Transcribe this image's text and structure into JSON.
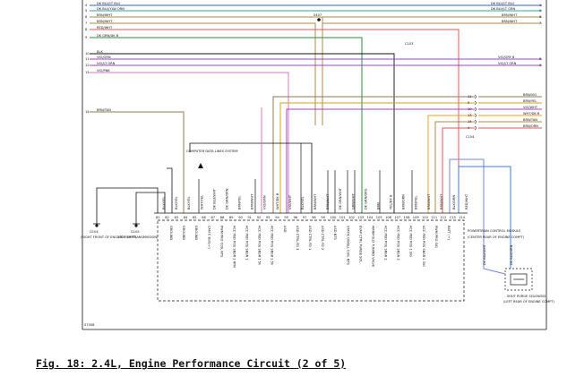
{
  "figure": {
    "caption": "Fig. 18: 2.4L, Engine Performance Circuit (2 of 5)",
    "doc_id": "S7008"
  },
  "colors": {
    "line": "#111111",
    "dk_blu_ylw": "#3858d8",
    "dk_blu_grn": "#2aa8a0",
    "brn_wht": "#b08848",
    "red_wht": "#e05858",
    "dk_grn_red": "#2e8a3a",
    "blk": "#111111",
    "vio_grn": "#a040c8",
    "gry_pnk": "#d878c0",
    "brn_tan": "#907850",
    "brn_ylw": "#d0a020",
    "ylw_org": "#e8a020",
    "wht_dk_blu": "#7088d8",
    "blu_wht": "#4078e0"
  },
  "left_wires": [
    {
      "num": "4",
      "label": "DK BLU/LT BLU"
    },
    {
      "num": "5",
      "label": "DK BLU/YLW ORN"
    },
    {
      "num": "6",
      "label": "BRN/WHT"
    },
    {
      "num": "7",
      "label": "BRN/WHT"
    },
    {
      "num": "8",
      "label": "RED/WHT"
    },
    {
      "num": "9",
      "label": "DK GRN/DK B"
    },
    {
      "num": "10",
      "label": "BLK"
    },
    {
      "num": "11",
      "label": "VIO/GRN"
    },
    {
      "num": "12",
      "label": "VIO/LT GRN"
    },
    {
      "num": "13",
      "label": "VIO/PNK"
    },
    {
      "num": "14",
      "label": "BRN/TAN"
    }
  ],
  "right_wires_top": [
    {
      "num": "4",
      "label": "DK BLU/LT BLU"
    },
    {
      "num": "5",
      "label": "DK BLU/LT GRN"
    },
    {
      "num": "6",
      "label": "BRN/WHT"
    },
    {
      "num": "7",
      "label": "BRN/WHT"
    },
    {
      "num": "8",
      "label": "VIO/GRY 6"
    },
    {
      "num": "9",
      "label": "VIO/LT GRN"
    }
  ],
  "connector_c104": {
    "name": "C104",
    "pins": [
      {
        "num": "11",
        "label": "BRN/VIO"
      },
      {
        "num": "5",
        "label": "BRN/YEL"
      },
      {
        "num": "10",
        "label": "VIO/WHT"
      },
      {
        "num": "13",
        "label": "WHT/DK B"
      },
      {
        "num": "14",
        "label": "BRN/TAN"
      },
      {
        "num": "4",
        "label": "BRN/ORN"
      }
    ]
  },
  "splices": [
    "S407",
    "C103"
  ],
  "data_bus": "COMPUTER DATA LINES SYSTEM",
  "grounds": [
    {
      "name": "G104",
      "location": "(RIGHT FRONT OF ENGINE COMPT)"
    },
    {
      "name": "G105",
      "location": "(TOP OF TRANSMISSION)"
    }
  ],
  "pcm": {
    "title": "POWERTRAIN CONTROL MODULE",
    "location": "(CENTER REAR OF ENGINE COMPT)",
    "functions": [
      "GROUND",
      "GROUND",
      "GROUND",
      "CAN C BUS(+)",
      "PWM PRO COIL NTS",
      "ACC PED POS SNSR 2 RTN",
      "ACC PED POS SNSR 1",
      "ACC PED POS SNSR 1 5V",
      "ACC PED POS SNSR 2 5V",
      "ASD",
      "ASD CTRL FD 3",
      "ASD CTRL FD 1",
      "ASD CTRL FD 2",
      "ASD NTS",
      "STATIC DWELL COIL NTS",
      "EVAP CTRL PURGE SOL",
      "MANIFOLD TUNING VALVE",
      "ACC PED POS SNSR 2",
      "ACC PED POS SNSR 3",
      "ACC PED POS 1 SIG",
      "ACC PED POS SNSR 2 SIG",
      "PWM PRO SIG",
      "BATT (+)"
    ],
    "pins": [
      "81",
      "82",
      "83",
      "84",
      "85",
      "86",
      "87",
      "88",
      "89",
      "90",
      "91",
      "92",
      "93",
      "94",
      "95",
      "96",
      "97",
      "98",
      "99",
      "100",
      "101",
      "102",
      "103",
      "104",
      "105",
      "106",
      "107",
      "108",
      "109",
      "110",
      "111",
      "112",
      "113",
      "114"
    ]
  },
  "pin_wire_labels": [
    "BLK/YEL",
    "BLK/YEL",
    "BLK/YEL",
    "WHT/YEL",
    "DK BLU/WHT",
    "DK GRN/ORN",
    "BRN/YEL",
    "BRN/WHT",
    "VIO/GRN",
    "WHT/DK B",
    "VIO/WHT",
    "BLK/YEL",
    "BRN/WHT",
    "BRN/WHT",
    "DK GRN/WHT",
    "GRN/WHT",
    "DK GRN/ORG",
    "BRN",
    "YEL/DK B",
    "BRN/ORN",
    "BRN/YEL",
    "BRN/WHT",
    "BRN/WHT",
    "BLK/ORN",
    "RED/WHT"
  ],
  "solenoid": {
    "name": "SHUT PURGE SOLENOID",
    "location": "(LEFT REAR OF ENGINE COMPT)",
    "wires": [
      "DK BLU/WHT",
      "DK BLU/GRN"
    ]
  }
}
